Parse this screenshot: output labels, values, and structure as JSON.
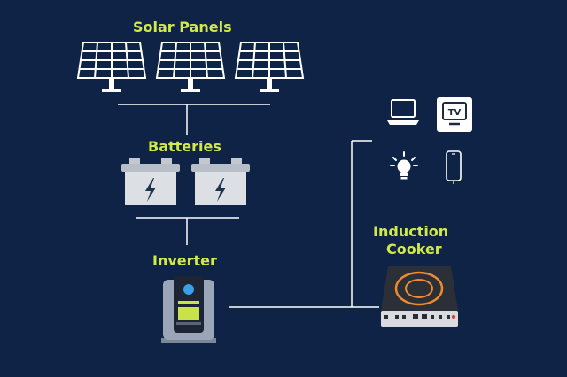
{
  "labels": {
    "solar_panels": "Solar Panels",
    "batteries": "Batteries",
    "inverter": "Inverter",
    "induction_line1": "Induction",
    "induction_line2": "Cooker",
    "tv_icon_text": "TV"
  },
  "colors": {
    "background": "#0f2346",
    "label": "#d2e94a",
    "lines": "#ffffff",
    "battery_body": "#dcdfe4",
    "inverter_body": "#9aa6b8",
    "cooker_zone": "#f08a2c"
  },
  "icons": [
    "solar-panel-icon",
    "battery-icon",
    "inverter-icon",
    "laptop-icon",
    "tv-icon",
    "light-bulb-icon",
    "smartphone-icon",
    "induction-cooker-icon"
  ]
}
